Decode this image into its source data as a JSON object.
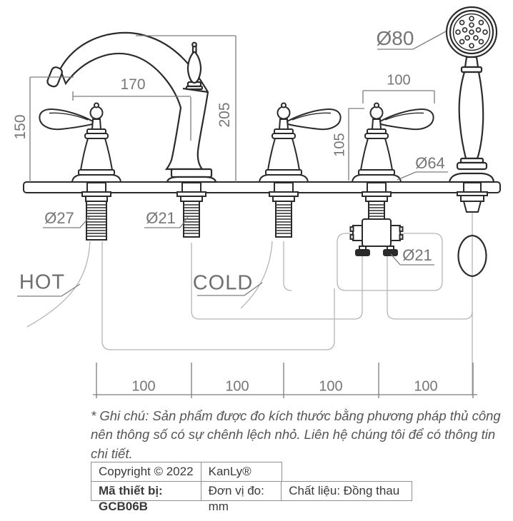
{
  "drawing": {
    "dimensions": {
      "hot_handle_height": "150",
      "spout_reach": "170",
      "spout_height": "205",
      "handle_length": "100",
      "handle_height": "105"
    },
    "diameters": {
      "shower_head": "Ø80",
      "base_flange": "Ø64",
      "hot_shank": "Ø27",
      "spout_shank": "Ø21",
      "diverter_ports": "Ø21"
    },
    "water_labels": {
      "hot": "HOT",
      "cold": "COLD"
    },
    "hole_spacing": [
      "100",
      "100",
      "100",
      "100"
    ]
  },
  "note": "* Ghi chú: Sản phẩm được đo kích thước bằng phương pháp thủ công nên thông số có sự chênh lệch nhỏ. Liên hệ chúng tôi để có thông tin chi tiết.",
  "footer_table": {
    "copyright": "Copyright © 2022",
    "brand": "KanLy®",
    "model": "Mã thiết bị: GCB06B",
    "unit": "Đơn vị đo: mm",
    "material": "Chất liệu: Đồng thau"
  }
}
